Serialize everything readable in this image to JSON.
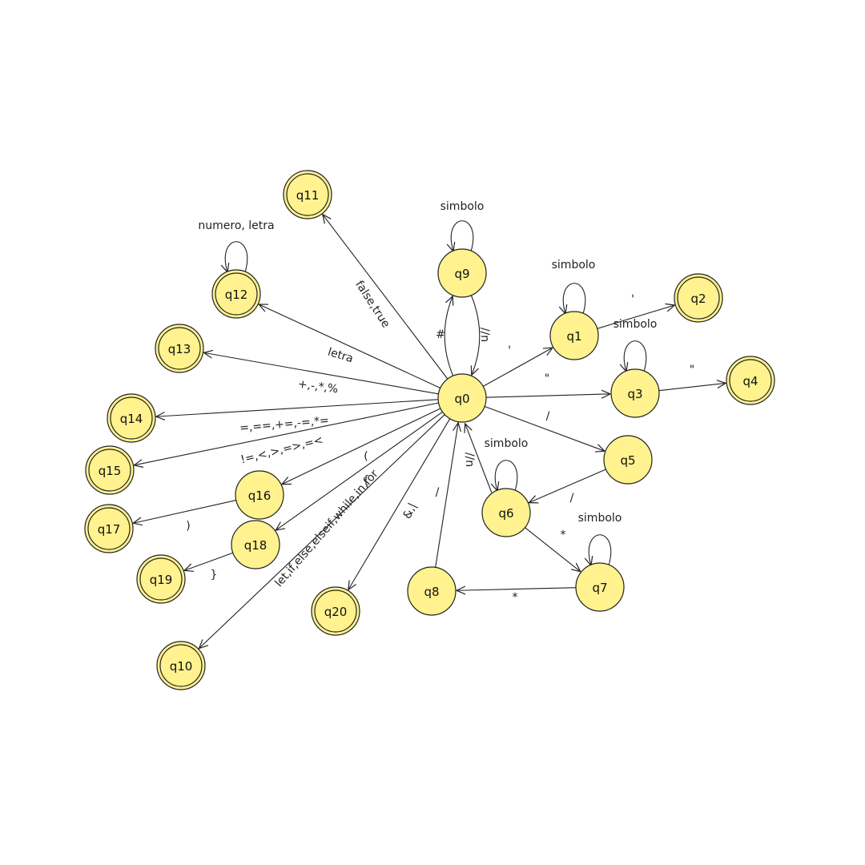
{
  "diagram": {
    "states": [
      {
        "id": "q0",
        "label": "q0",
        "accepting": false
      },
      {
        "id": "q1",
        "label": "q1",
        "accepting": false
      },
      {
        "id": "q2",
        "label": "q2",
        "accepting": true
      },
      {
        "id": "q3",
        "label": "q3",
        "accepting": false
      },
      {
        "id": "q4",
        "label": "q4",
        "accepting": true
      },
      {
        "id": "q5",
        "label": "q5",
        "accepting": false
      },
      {
        "id": "q6",
        "label": "q6",
        "accepting": false
      },
      {
        "id": "q7",
        "label": "q7",
        "accepting": false
      },
      {
        "id": "q8",
        "label": "q8",
        "accepting": false
      },
      {
        "id": "q9",
        "label": "q9",
        "accepting": false
      },
      {
        "id": "q10",
        "label": "q10",
        "accepting": true
      },
      {
        "id": "q11",
        "label": "q11",
        "accepting": true
      },
      {
        "id": "q12",
        "label": "q12",
        "accepting": true
      },
      {
        "id": "q13",
        "label": "q13",
        "accepting": true
      },
      {
        "id": "q14",
        "label": "q14",
        "accepting": true
      },
      {
        "id": "q15",
        "label": "q15",
        "accepting": true
      },
      {
        "id": "q16",
        "label": "q16",
        "accepting": false
      },
      {
        "id": "q17",
        "label": "q17",
        "accepting": true
      },
      {
        "id": "q18",
        "label": "q18",
        "accepting": false
      },
      {
        "id": "q19",
        "label": "q19",
        "accepting": true
      },
      {
        "id": "q20",
        "label": "q20",
        "accepting": true
      }
    ],
    "transitions": [
      {
        "from": "q0",
        "to": "q11",
        "label": "false,true"
      },
      {
        "from": "q0",
        "to": "q12",
        "label": "letra"
      },
      {
        "from": "q12",
        "to": "q12",
        "label": "numero, letra"
      },
      {
        "from": "q0",
        "to": "q13",
        "label": "+,-,*,%"
      },
      {
        "from": "q0",
        "to": "q14",
        "label": "=,==,+=,-=,*="
      },
      {
        "from": "q0",
        "to": "q15",
        "label": "!=,<,>,=>,=<"
      },
      {
        "from": "q0",
        "to": "q16",
        "label": "("
      },
      {
        "from": "q16",
        "to": "q17",
        "label": ")"
      },
      {
        "from": "q0",
        "to": "q18",
        "label": "{"
      },
      {
        "from": "q18",
        "to": "q19",
        "label": "}"
      },
      {
        "from": "q0",
        "to": "q10",
        "label": "let,if,else,elseif,while,in,for"
      },
      {
        "from": "q0",
        "to": "q20",
        "label": "&,|"
      },
      {
        "from": "q8",
        "to": "q0",
        "label": "/"
      },
      {
        "from": "q0",
        "to": "q9",
        "label": "#"
      },
      {
        "from": "q9",
        "to": "q0",
        "label": "//n"
      },
      {
        "from": "q9",
        "to": "q9",
        "label": "simbolo"
      },
      {
        "from": "q0",
        "to": "q1",
        "label": "'"
      },
      {
        "from": "q1",
        "to": "q1",
        "label": "simbolo"
      },
      {
        "from": "q1",
        "to": "q2",
        "label": "'"
      },
      {
        "from": "q0",
        "to": "q3",
        "label": "\""
      },
      {
        "from": "q3",
        "to": "q3",
        "label": "simbolo"
      },
      {
        "from": "q3",
        "to": "q4",
        "label": "\""
      },
      {
        "from": "q0",
        "to": "q5",
        "label": "/"
      },
      {
        "from": "q5",
        "to": "q6",
        "label": "/"
      },
      {
        "from": "q6",
        "to": "q6",
        "label": "simbolo"
      },
      {
        "from": "q6",
        "to": "q0",
        "label": "//n"
      },
      {
        "from": "q6",
        "to": "q7",
        "label": "*"
      },
      {
        "from": "q7",
        "to": "q7",
        "label": "simbolo"
      },
      {
        "from": "q7",
        "to": "q8",
        "label": "*"
      }
    ]
  }
}
